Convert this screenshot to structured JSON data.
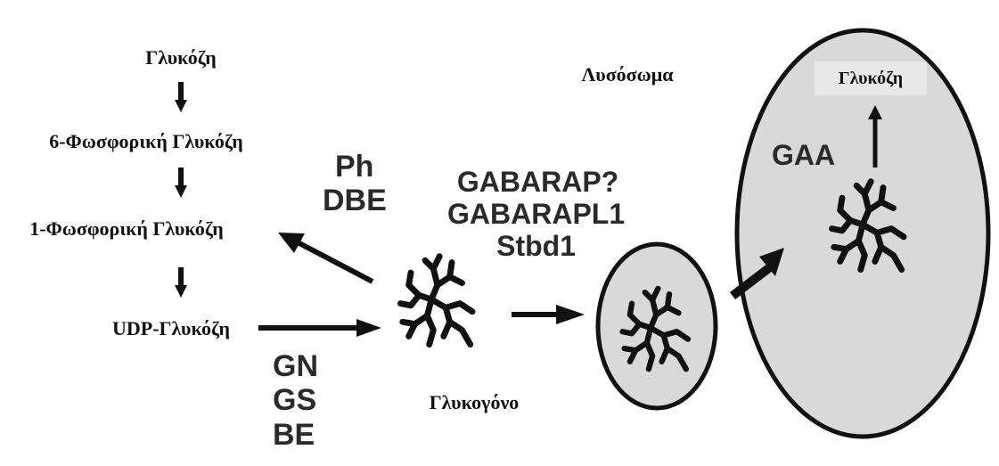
{
  "pathway": {
    "glucose": "Γλυκόζη",
    "g6p": "6-Φωσφορική Γλυκόζη",
    "g1p": "1-Φωσφορική Γλυκόζη",
    "udp_glucose": "UDP-Γλυκόζη"
  },
  "degradation_enzymes": [
    "Ph",
    "DBE"
  ],
  "synthesis_enzymes": [
    "GN",
    "GS",
    "BE"
  ],
  "glycogen_label": "Γλυκογόνο",
  "autophagy_proteins": [
    "GABARAP?",
    "GABARAPL1",
    "Stbd1"
  ],
  "lysosome": {
    "label": "Λυσόσωμα",
    "enzyme": "GAA",
    "product": "Γλυκόζη"
  },
  "colors": {
    "line": "#111111",
    "lysosome_fill": "#d9d9d9",
    "product_box": "#e8e8e8"
  }
}
